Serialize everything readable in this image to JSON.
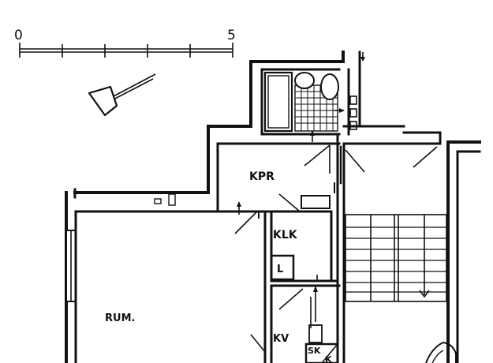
{
  "scale_bar": {
    "start_label": "0",
    "end_label": "5"
  },
  "rooms": {
    "kpr": "KPR",
    "klk": "KLK",
    "l": "L",
    "rum": "RUM.",
    "kv": "KV",
    "sk_top": "SK",
    "sk_bottom": "K"
  },
  "icons": {
    "north_arrow": "north-arrow-icon"
  }
}
